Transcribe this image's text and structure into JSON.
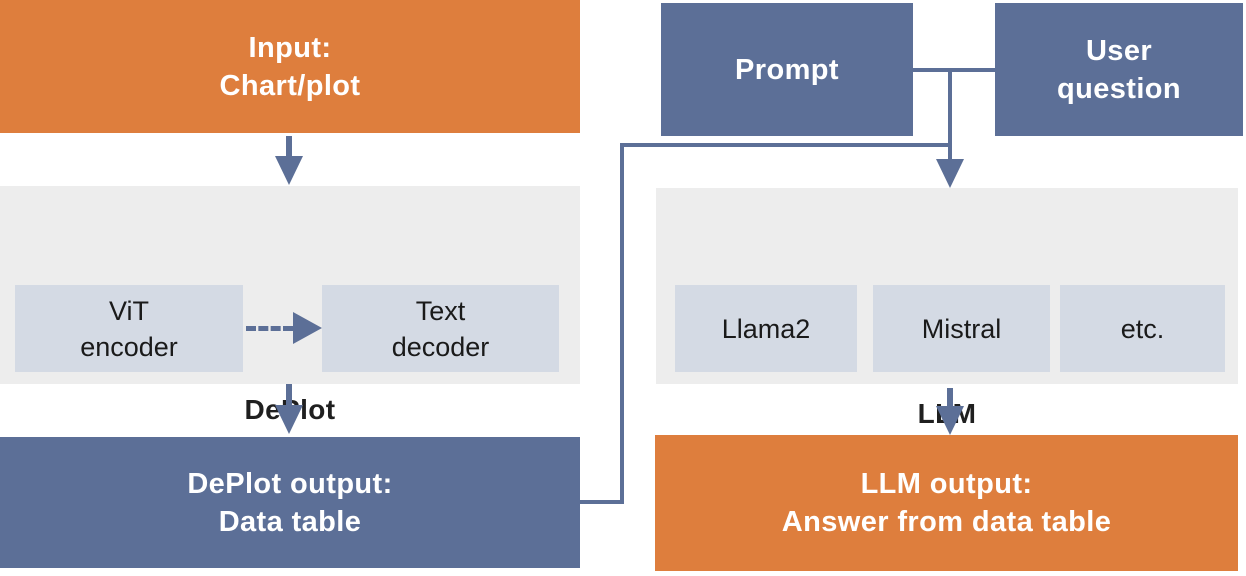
{
  "colors": {
    "orange": "#DE7E3D",
    "blue": "#5C6F97",
    "panel": "#EDEDED",
    "chip": "#D4DAE4",
    "white_text": "#FFFFFF",
    "dark_text": "#1F1F1F"
  },
  "left_flow": {
    "input_label": "Input:\nChart/plot",
    "deplot": {
      "title": "DePlot",
      "encoder_label": "ViT\nencoder",
      "decoder_label": "Text\ndecoder"
    },
    "output_label": "DePlot output:\nData table"
  },
  "right_flow": {
    "prompt_label": "Prompt",
    "user_question_label": "User\nquestion",
    "llm": {
      "title": "LLM",
      "models": [
        "Llama2",
        "Mistral",
        "etc."
      ]
    },
    "output_label": "LLM output:\nAnswer from data table"
  }
}
